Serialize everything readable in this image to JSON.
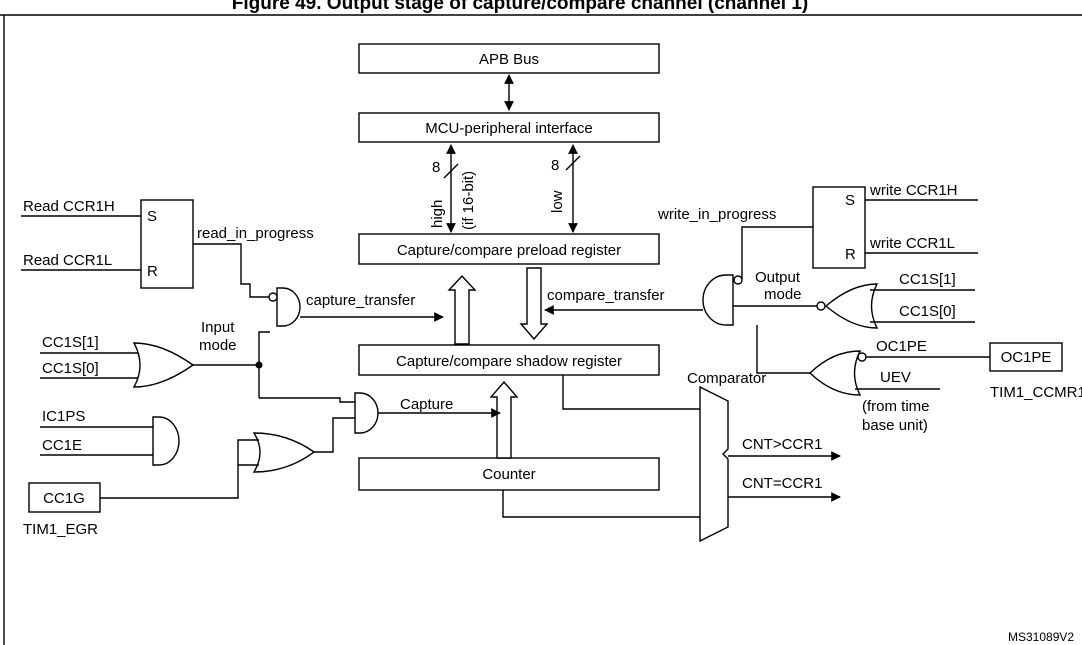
{
  "title": "Figure 49. Output stage of capture/compare channel (channel 1)",
  "blocks": {
    "apb_bus": "APB Bus",
    "mcu_interface": "MCU-peripheral interface",
    "preload_register": "Capture/compare preload register",
    "shadow_register": "Capture/compare shadow register",
    "counter": "Counter",
    "comparator": "Comparator",
    "cc1g": "CC1G",
    "tim1_egr": "TIM1_EGR",
    "oc1pe_box": "OC1PE",
    "tim1_ccmr1": "TIM1_CCMR1"
  },
  "bus": {
    "high_width": "8",
    "high_label": "high",
    "high_note": "(if 16-bit)",
    "low_width": "8",
    "low_label": "low"
  },
  "read_latch": {
    "set_input": "Read CCR1H",
    "reset_input": "Read CCR1L",
    "s": "S",
    "r": "R",
    "output": "read_in_progress"
  },
  "write_latch": {
    "output": "write_in_progress",
    "s": "S",
    "r": "R",
    "set_input": "write CCR1H",
    "reset_input": "write CCR1L"
  },
  "signals": {
    "capture_transfer": "capture_transfer",
    "compare_transfer": "compare_transfer",
    "input_mode": [
      "Input",
      "mode"
    ],
    "output_mode": [
      "Output",
      "mode"
    ],
    "cc1s1_in": "CC1S[1]",
    "cc1s0_in": "CC1S[0]",
    "cc1s1_out": "CC1S[1]",
    "cc1s0_out": "CC1S[0]",
    "ic1ps": "IC1PS",
    "cc1e": "CC1E",
    "capture": "Capture",
    "oc1pe": "OC1PE",
    "uev": "UEV",
    "uev_note": [
      "(from time",
      "base unit)"
    ],
    "cnt_gt": "CNT>CCR1",
    "cnt_eq": "CNT=CCR1"
  },
  "figure_id": "MS31089V2"
}
